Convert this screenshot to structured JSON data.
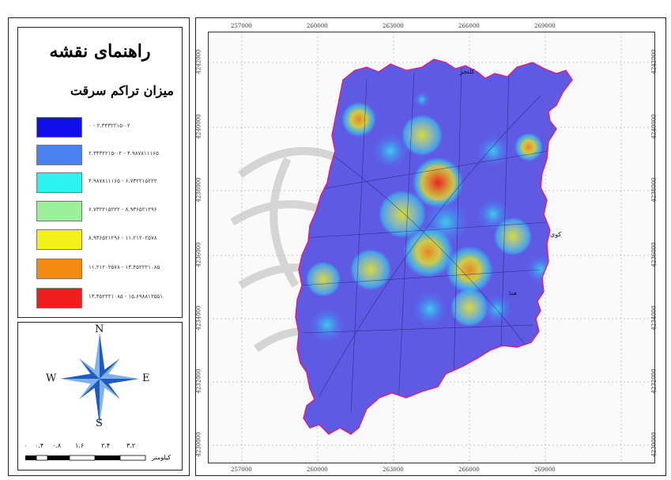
{
  "legend": {
    "title": "راهنمای نقشه",
    "subtitle": "میزان تراکم سرقت",
    "classes": [
      {
        "color": "#1010e8",
        "range": "۰ - ۲.۳۴۳۲۲۱۵-۰۲"
      },
      {
        "color": "#4a82f2",
        "range": "۲.۳۴۳۲۲۱۵-۰۲ - ۴.۹۸۷۸۱۱۱۶۵"
      },
      {
        "color": "#2ef4f0",
        "range": "۴.۹۸۷۸۱۱۱۶۵ - ۶.۷۳۲۲۱۵۲۲۲"
      },
      {
        "color": "#9cf09c",
        "range": "۶.۷۳۲۲۱۵۲۲۲ - ۸.۹۳۶۵۲۱۲۹۶"
      },
      {
        "color": "#f4f018",
        "range": "۸.۹۳۶۵۲۱۲۹۶ - ۱۱.۲۱۲۰۲۵۷۸"
      },
      {
        "color": "#f48a10",
        "range": "۱۱.۲۱۲۰۲۵۷۸ - ۱۳.۴۵۲۲۲۱۰۸۵"
      },
      {
        "color": "#f01e1e",
        "range": "۱۳.۴۵۲۲۲۱۰۸۵ - ۱۵.۶۹۸۸۱۲۵۵۱"
      }
    ]
  },
  "compass": {
    "n": "N",
    "s": "S",
    "e": "E",
    "w": "W"
  },
  "scale_bar": {
    "ticks": [
      "۰",
      "۰.۴",
      "۰.۸",
      "۱.۶",
      "۲.۴",
      "۳.۲"
    ],
    "unit": "کیلومتر"
  },
  "grid": {
    "x_ticks": [
      "257000",
      "260000",
      "263000",
      "266000",
      "269000"
    ],
    "y_ticks": [
      "4242000",
      "4240000",
      "4238000",
      "4236000",
      "4234000",
      "4232000",
      "4230000"
    ]
  },
  "map_labels": {
    "label_a": "کلنجر",
    "label_b": "کوی",
    "label_c": "هما"
  },
  "colors": {
    "city_fill": "#5e5ae4",
    "city_border": "#e31a7a",
    "frame": "#222222"
  }
}
